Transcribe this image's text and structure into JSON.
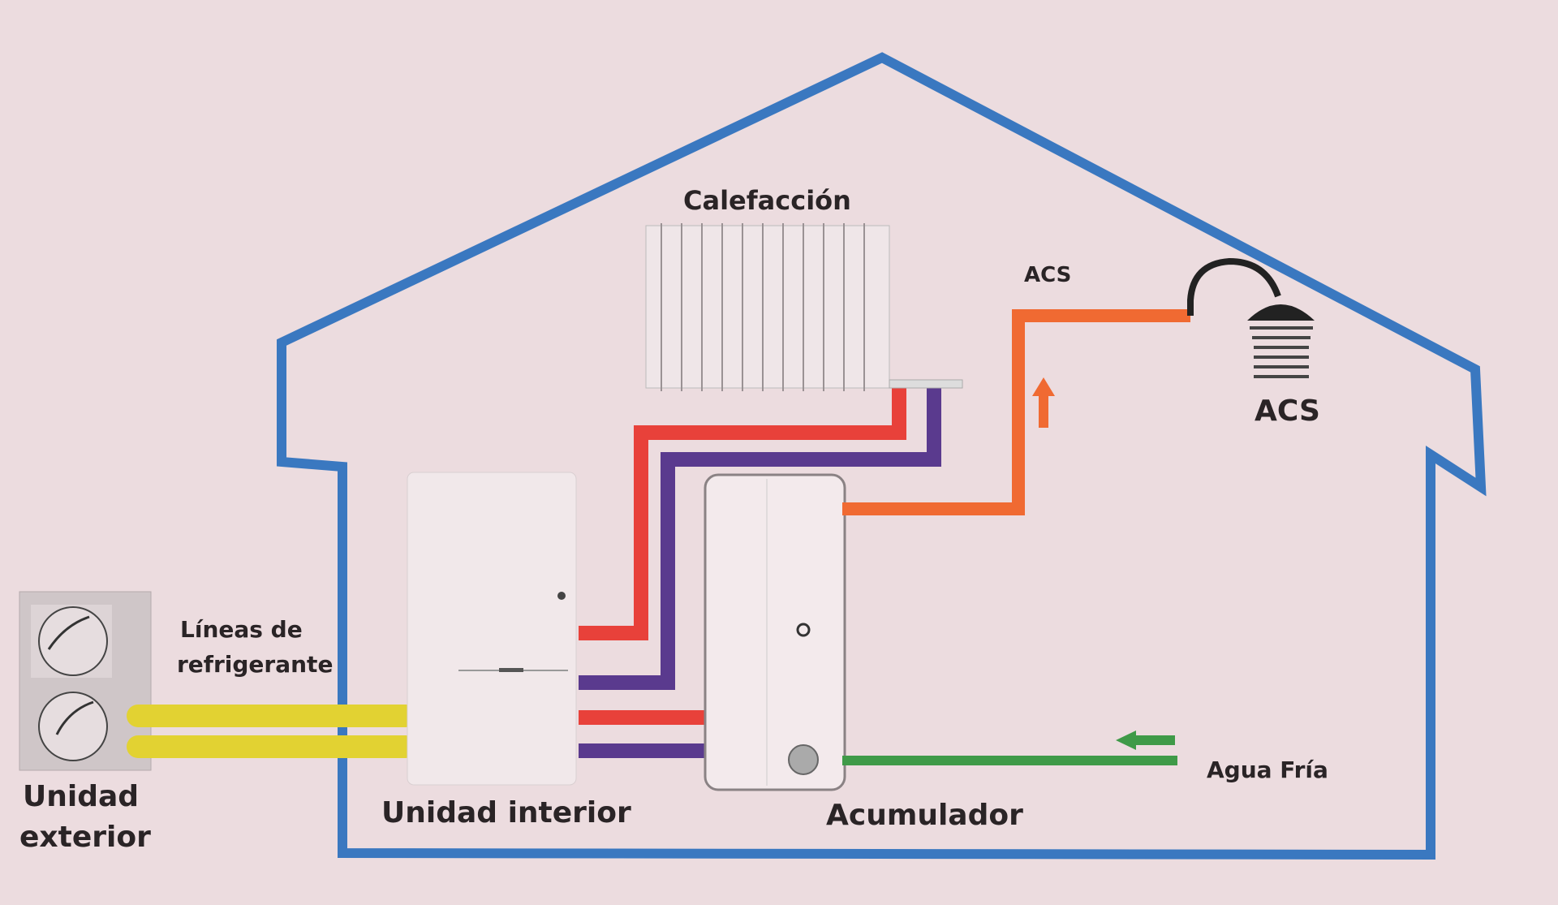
{
  "labels": {
    "heating": "Calefacción",
    "hot_water_pipe": "ACS",
    "hot_water_shower": "ACS",
    "refrigerant_lines_1": "Líneas de",
    "refrigerant_lines_2": "refrigerante",
    "outdoor_unit_1": "Unidad",
    "outdoor_unit_2": "exterior",
    "indoor_unit": "Unidad interior",
    "tank": "Acumulador",
    "cold_water": "Agua Fría"
  },
  "colors": {
    "house": "#3a78c0",
    "hot_flow": "#e8413a",
    "return_flow": "#5a3a8e",
    "dhw": "#f06a32",
    "cold_water": "#3f9a48",
    "refrigerant": "#e2d232"
  }
}
